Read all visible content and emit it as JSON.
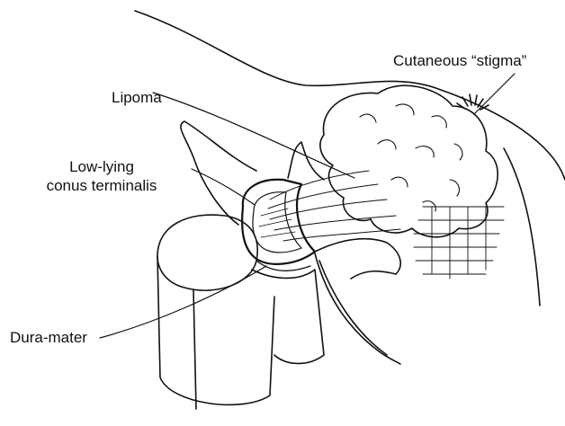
{
  "labels": {
    "cutaneous_stigma": "Cutaneous “stigma”",
    "lipoma": "Lipoma",
    "conus_line1": "Low-lying",
    "conus_line2": "conus terminalis",
    "dura_mater": "Dura-mater"
  },
  "colors": {
    "ink": "#111111",
    "background": "#ffffff"
  }
}
